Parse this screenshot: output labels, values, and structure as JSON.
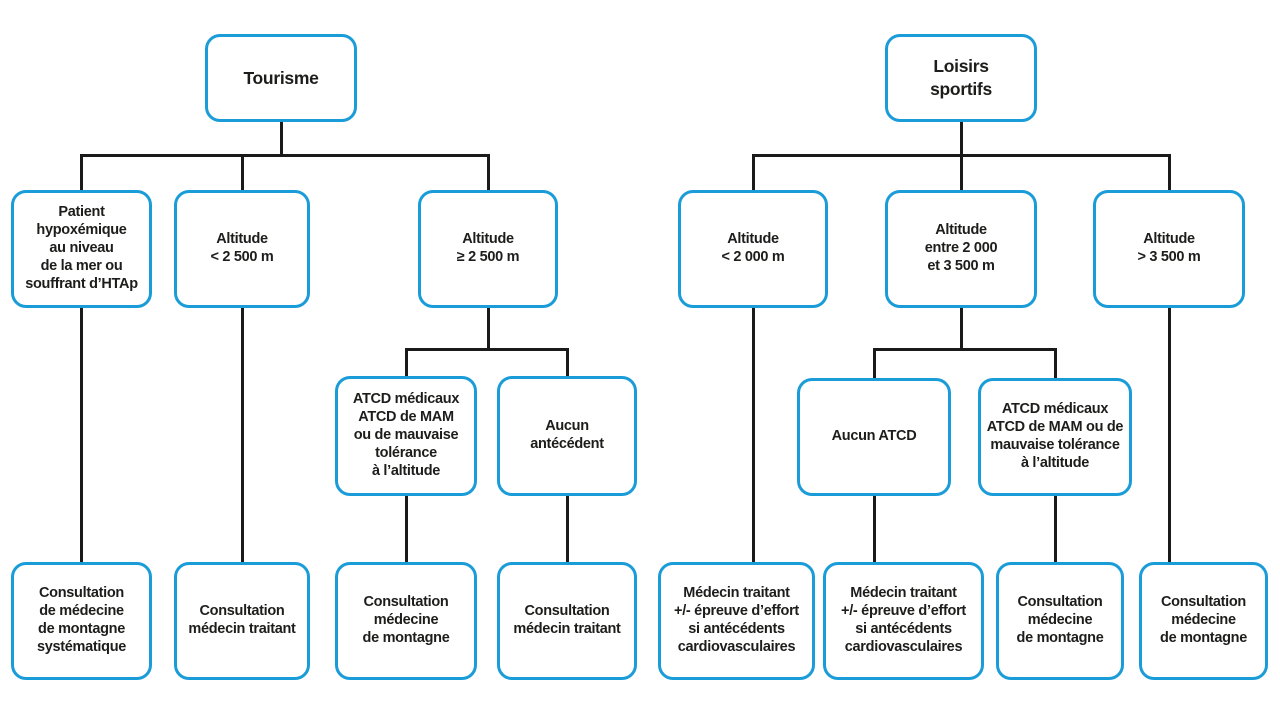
{
  "colors": {
    "accent": "#1a9cd8",
    "line": "#1a1a1a",
    "text": "#1d1d1b",
    "bg": "#ffffff"
  },
  "left_tree": {
    "root": {
      "label": "Tourisme"
    },
    "branches": [
      {
        "label": "Patient\nhypoxémique\nau niveau\nde la mer ou\nsouffrant d’HTAp",
        "outcome": {
          "label": "Consultation\nde médecine\nde montagne\nsystématique"
        }
      },
      {
        "label": "Altitude\n< 2 500 m",
        "outcome": {
          "label": "Consultation\nmédecin traitant"
        }
      },
      {
        "label": "Altitude\n≥ 2 500 m",
        "children": [
          {
            "label": "ATCD médicaux\nATCD de MAM\nou de mauvaise\ntolérance\nà l’altitude",
            "outcome": {
              "label": "Consultation\nmédecine\nde montagne"
            }
          },
          {
            "label": "Aucun\nantécédent",
            "outcome": {
              "label": "Consultation\nmédecin traitant"
            }
          }
        ]
      }
    ]
  },
  "right_tree": {
    "root": {
      "label": "Loisirs\nsportifs"
    },
    "branches": [
      {
        "label": "Altitude\n< 2 000 m",
        "outcome": {
          "label": "Médecin traitant\n+/- épreuve d’effort\nsi antécédents\ncardiovasculaires"
        }
      },
      {
        "label": "Altitude\nentre 2 000\net 3 500 m",
        "children": [
          {
            "label": "Aucun ATCD",
            "outcome": {
              "label": "Médecin traitant\n+/- épreuve d’effort\nsi antécédents\ncardiovasculaires"
            }
          },
          {
            "label": "ATCD médicaux\nATCD de MAM ou de\nmauvaise tolérance\nà l’altitude",
            "outcome": {
              "label": "Consultation\nmédecine\nde montagne"
            }
          }
        ]
      },
      {
        "label": "Altitude\n> 3 500 m",
        "outcome": {
          "label": "Consultation\nmédecine\nde montagne"
        }
      }
    ]
  }
}
